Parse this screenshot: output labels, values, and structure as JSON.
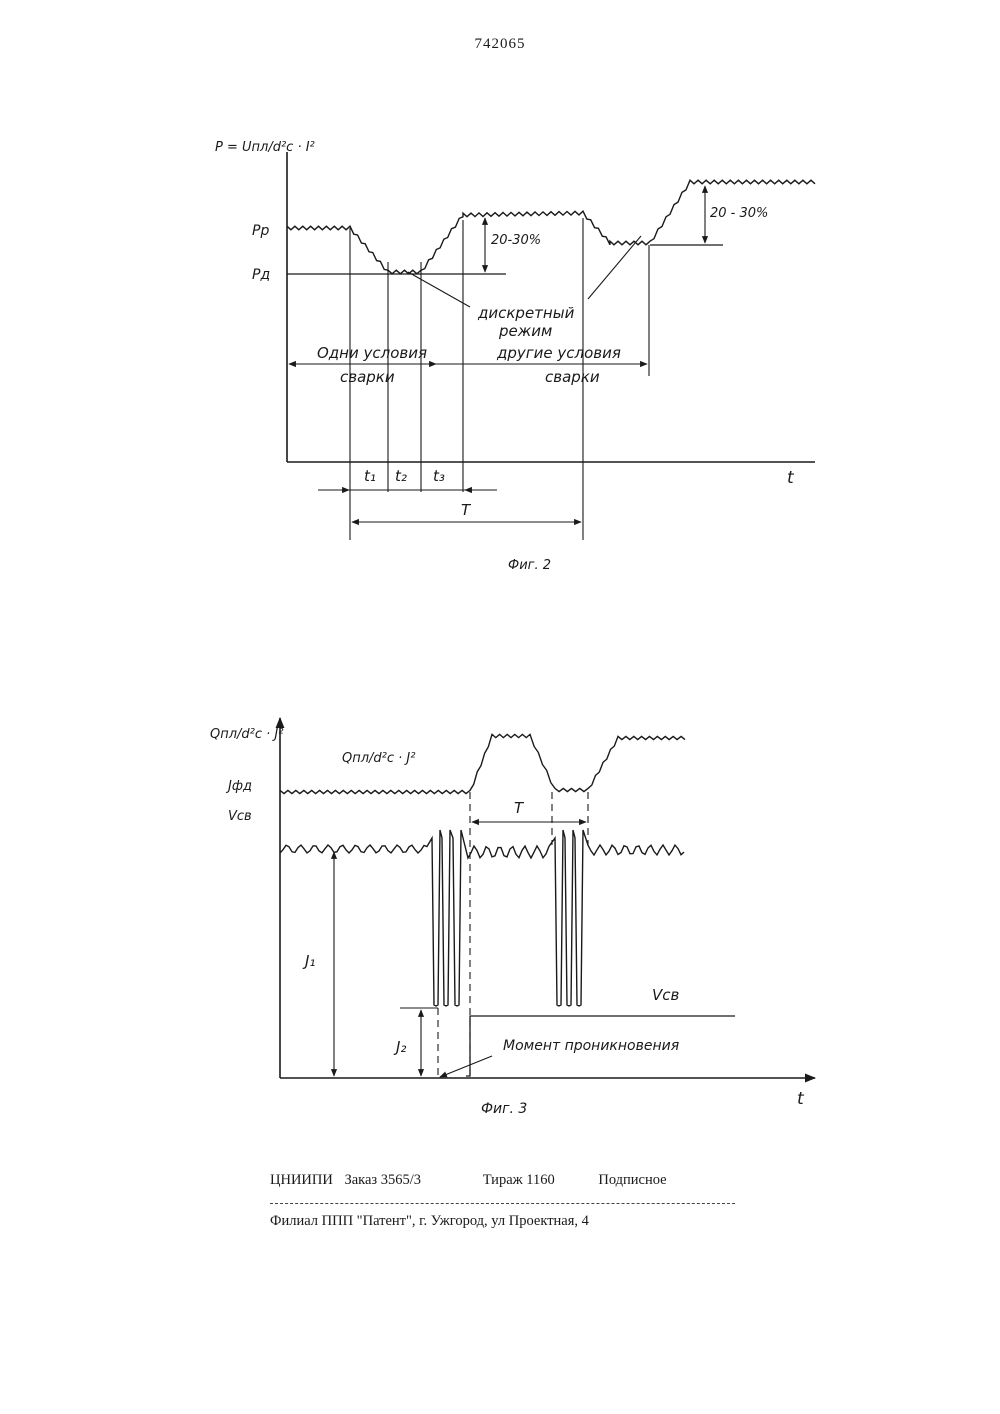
{
  "page_number": "742065",
  "fig2": {
    "y_axis_label": "P = Uпл/d²c · I²",
    "level_p": "Pр",
    "level_d": "Pд",
    "pct_left": "20-30%",
    "pct_right": "20 - 30%",
    "discrete_line1": "дискретный",
    "discrete_line2": "режим",
    "cond1_line1": "Одни условия",
    "cond1_line2": "сварки",
    "cond2_line1": "другие условия",
    "cond2_line2": "сварки",
    "x_axis_label": "t",
    "t1": "t₁",
    "t2": "t₂",
    "t3": "t₃",
    "period": "T",
    "caption": "Фиг. 2"
  },
  "fig3": {
    "y_axis_label": "Qпл/d²c · J²",
    "curve_label": "Qпл/d²c · J²",
    "jfd_label": "Jфд",
    "vsv_label": "Vсв",
    "vsv_right_label": "Vсв",
    "j1_label": "J₁",
    "j2_label": "J₂",
    "period": "T",
    "moment_label": "Момент проникновения",
    "x_axis_label": "t",
    "caption": "Фиг. 3"
  },
  "imprint": {
    "org": "ЦНИИПИ",
    "order": "Заказ  3565/3",
    "print_run": "Тираж  1160",
    "subscription": "Подписное",
    "branch": "Филиал ППП \"Патент\", г. Ужгород, ул Проектная, 4"
  }
}
